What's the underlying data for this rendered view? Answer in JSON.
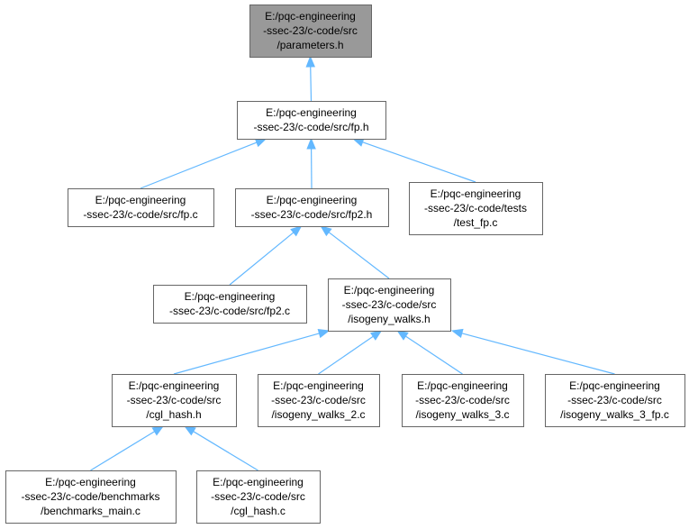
{
  "graph": {
    "nodes": [
      {
        "id": "parameters_h",
        "name": "node-parameters-h",
        "lines": [
          "E:/pqc-engineering",
          "-ssec-23/c-code/src",
          "/parameters.h"
        ],
        "highlighted": true
      },
      {
        "id": "fp_h",
        "name": "node-fp-h",
        "lines": [
          "E:/pqc-engineering",
          "-ssec-23/c-code/src/fp.h"
        ]
      },
      {
        "id": "fp_c",
        "name": "node-fp-c",
        "lines": [
          "E:/pqc-engineering",
          "-ssec-23/c-code/src/fp.c"
        ]
      },
      {
        "id": "fp2_h",
        "name": "node-fp2-h",
        "lines": [
          "E:/pqc-engineering",
          "-ssec-23/c-code/src/fp2.h"
        ]
      },
      {
        "id": "test_fp_c",
        "name": "node-test-fp-c",
        "lines": [
          "E:/pqc-engineering",
          "-ssec-23/c-code/tests",
          "/test_fp.c"
        ]
      },
      {
        "id": "fp2_c",
        "name": "node-fp2-c",
        "lines": [
          "E:/pqc-engineering",
          "-ssec-23/c-code/src/fp2.c"
        ]
      },
      {
        "id": "isogeny_walks_h",
        "name": "node-isogeny-walks-h",
        "lines": [
          "E:/pqc-engineering",
          "-ssec-23/c-code/src",
          "/isogeny_walks.h"
        ]
      },
      {
        "id": "cgl_hash_h",
        "name": "node-cgl-hash-h",
        "lines": [
          "E:/pqc-engineering",
          "-ssec-23/c-code/src",
          "/cgl_hash.h"
        ]
      },
      {
        "id": "isogeny_walks_2_c",
        "name": "node-isogeny-walks-2-c",
        "lines": [
          "E:/pqc-engineering",
          "-ssec-23/c-code/src",
          "/isogeny_walks_2.c"
        ]
      },
      {
        "id": "isogeny_walks_3_c",
        "name": "node-isogeny-walks-3-c",
        "lines": [
          "E:/pqc-engineering",
          "-ssec-23/c-code/src",
          "/isogeny_walks_3.c"
        ]
      },
      {
        "id": "isogeny_walks_3_fp_c",
        "name": "node-isogeny-walks-3-fp-c",
        "lines": [
          "E:/pqc-engineering",
          "-ssec-23/c-code/src",
          "/isogeny_walks_3_fp.c"
        ]
      },
      {
        "id": "benchmarks_main_c",
        "name": "node-benchmarks-main-c",
        "lines": [
          "E:/pqc-engineering",
          "-ssec-23/c-code/benchmarks",
          "/benchmarks_main.c"
        ]
      },
      {
        "id": "cgl_hash_c",
        "name": "node-cgl-hash-c",
        "lines": [
          "E:/pqc-engineering",
          "-ssec-23/c-code/src",
          "/cgl_hash.c"
        ]
      }
    ],
    "edges": [
      {
        "from": "fp_h",
        "to": "parameters_h"
      },
      {
        "from": "fp_c",
        "to": "fp_h"
      },
      {
        "from": "fp2_h",
        "to": "fp_h"
      },
      {
        "from": "test_fp_c",
        "to": "fp_h"
      },
      {
        "from": "fp2_c",
        "to": "fp2_h"
      },
      {
        "from": "isogeny_walks_h",
        "to": "fp2_h"
      },
      {
        "from": "cgl_hash_h",
        "to": "isogeny_walks_h"
      },
      {
        "from": "isogeny_walks_2_c",
        "to": "isogeny_walks_h"
      },
      {
        "from": "isogeny_walks_3_c",
        "to": "isogeny_walks_h"
      },
      {
        "from": "isogeny_walks_3_fp_c",
        "to": "isogeny_walks_h"
      },
      {
        "from": "benchmarks_main_c",
        "to": "cgl_hash_h"
      },
      {
        "from": "cgl_hash_c",
        "to": "cgl_hash_h"
      }
    ],
    "colors": {
      "edge": "#63b8ff",
      "node_border": "#666666",
      "node_fill": "#ffffff",
      "highlight_fill": "#999999",
      "text": "#000000"
    }
  }
}
